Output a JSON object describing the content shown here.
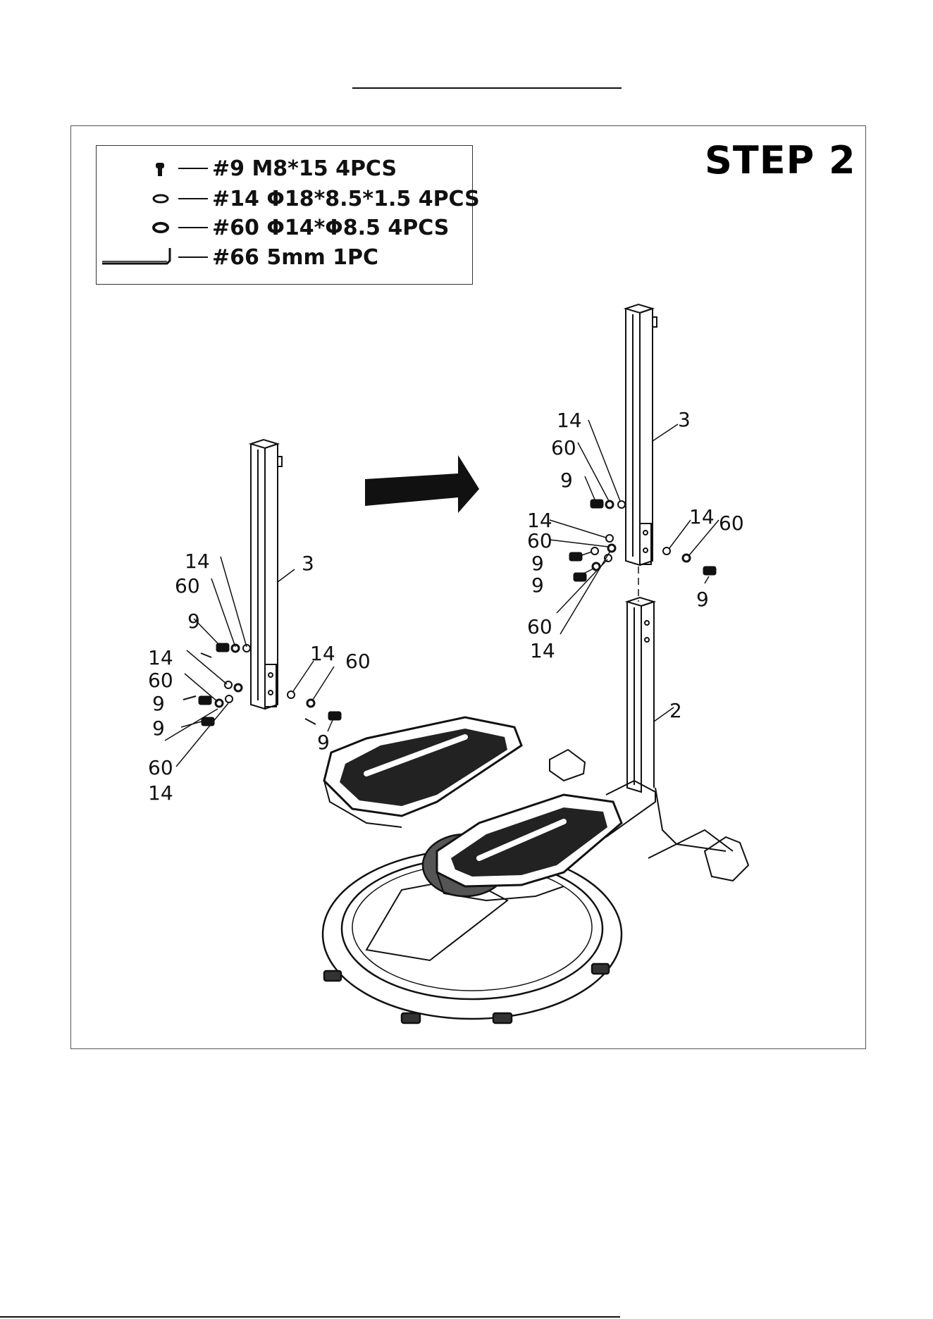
{
  "page": {
    "step_title": "STEP 2"
  },
  "parts": [
    {
      "icon": "bolt-icon",
      "label": "#9 M8*15  4PCS"
    },
    {
      "icon": "flat-washer-icon",
      "label": "#14 Φ18*8.5*1.5  4PCS"
    },
    {
      "icon": "spring-washer-icon",
      "label": "#60 Φ14*Φ8.5  4PCS"
    },
    {
      "icon": "allen-key-icon",
      "label": "#66 5mm  1PC"
    }
  ],
  "callouts": {
    "left": {
      "upright": "3",
      "washer_top": "14",
      "spring_top": "60",
      "bolt_top": "9",
      "washer_mid": "14",
      "spring_mid": "60",
      "bolt_mid_a": "9",
      "bolt_mid_b": "9",
      "spring_low": "60",
      "washer_low": "14",
      "washer_right": "14",
      "spring_right": "60",
      "bolt_right": "9"
    },
    "right": {
      "upright": "3",
      "base_post": "2",
      "washer_top": "14",
      "spring_top": "60",
      "bolt_top": "9",
      "washer_mid": "14",
      "spring_mid": "60",
      "bolt_mid_a": "9",
      "bolt_mid_b": "9",
      "spring_low": "60",
      "washer_low": "14",
      "washer_right": "14",
      "spring_right": "60",
      "bolt_right": "9"
    }
  }
}
